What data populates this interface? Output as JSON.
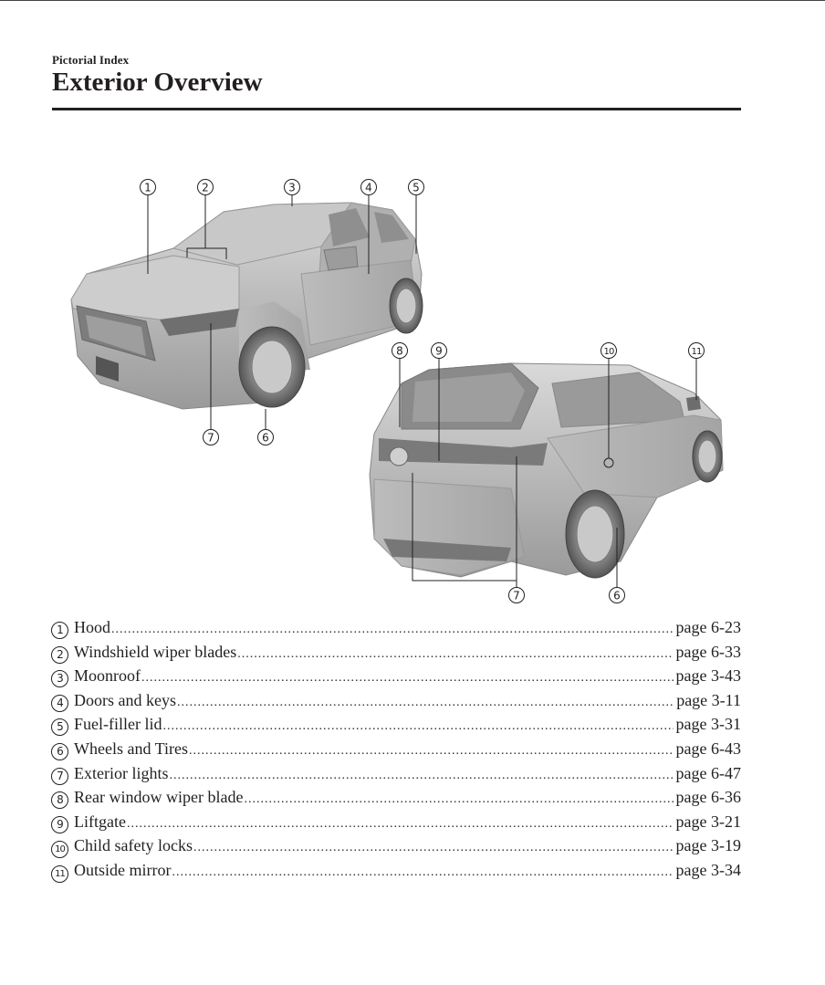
{
  "header": {
    "section_label": "Pictorial Index",
    "title": "Exterior Overview"
  },
  "callouts": {
    "front": [
      "1",
      "2",
      "3",
      "4",
      "5",
      "7",
      "6"
    ],
    "rear": [
      "8",
      "9",
      "10",
      "11",
      "7",
      "6"
    ]
  },
  "index": [
    {
      "num": "1",
      "label": "Hood",
      "page": "page 6-23"
    },
    {
      "num": "2",
      "label": "Windshield wiper blades",
      "page": "page 6-33"
    },
    {
      "num": "3",
      "label": "Moonroof",
      "page": "page 3-43"
    },
    {
      "num": "4",
      "label": "Doors and keys",
      "page": "page 3-11"
    },
    {
      "num": "5",
      "label": "Fuel-filler lid",
      "page": "page 3-31"
    },
    {
      "num": "6",
      "label": "Wheels and Tires",
      "page": "page 6-43"
    },
    {
      "num": "7",
      "label": "Exterior lights",
      "page": "page 6-47"
    },
    {
      "num": "8",
      "label": "Rear window wiper blade",
      "page": "page 6-36"
    },
    {
      "num": "9",
      "label": "Liftgate",
      "page": "page 3-21"
    },
    {
      "num": "10",
      "label": "Child safety locks",
      "page": "page 3-19"
    },
    {
      "num": "11",
      "label": "Outside mirror",
      "page": "page 3-34"
    }
  ]
}
